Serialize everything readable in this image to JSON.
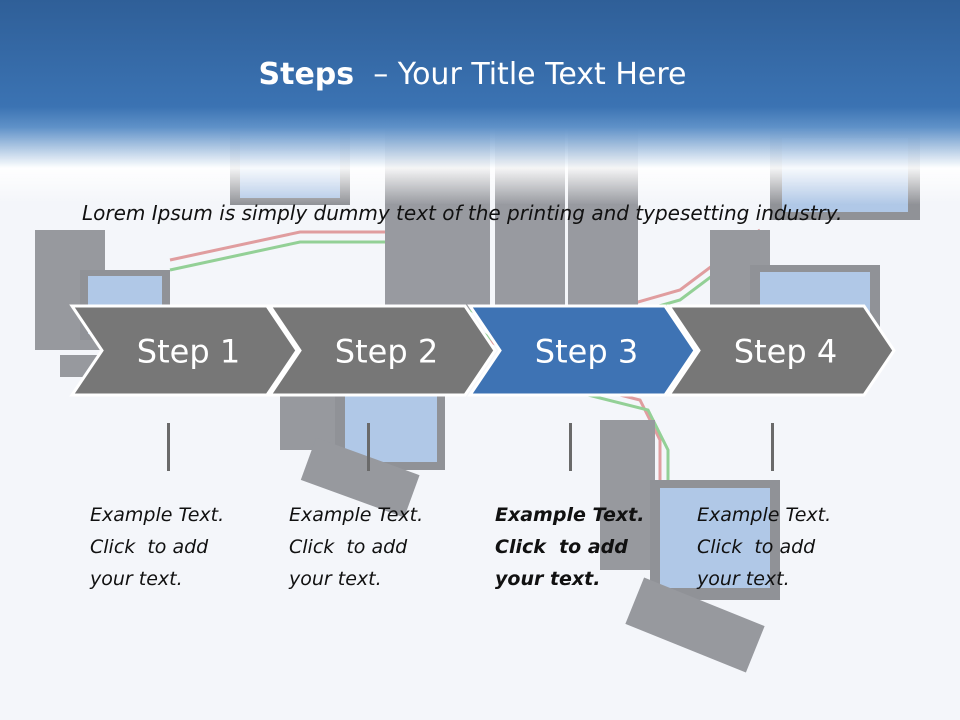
{
  "slide": {
    "title_strong": "Steps",
    "title_rest": "  – Your Title Text Here",
    "intro": "Lorem Ipsum is simply dummy text of the printing and typesetting industry."
  },
  "steps": [
    {
      "label": "Step 1",
      "fill": "#777777",
      "active": false,
      "text": [
        "Example Text.",
        "Click  to add",
        "your text."
      ]
    },
    {
      "label": "Step 2",
      "fill": "#777777",
      "active": false,
      "text": [
        "Example Text.",
        "Click  to add",
        "your text."
      ]
    },
    {
      "label": "Step 3",
      "fill": "#3e73b4",
      "active": true,
      "text": [
        "Example Text.",
        "Click  to add",
        "your text."
      ]
    },
    {
      "label": "Step 4",
      "fill": "#777777",
      "active": false,
      "text": [
        "Example Text.",
        "Click  to add",
        "your text."
      ]
    }
  ],
  "colors": {
    "header_blue": "#3b73b3",
    "step_gray": "#777777",
    "step_active": "#3e73b4",
    "text": "#111111"
  }
}
